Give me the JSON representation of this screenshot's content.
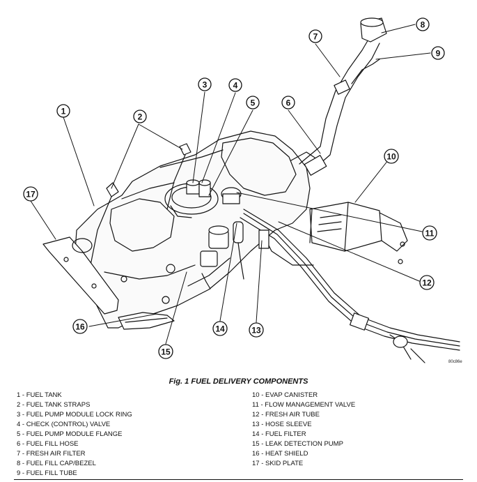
{
  "figure": {
    "code": "80c86e",
    "caption": "Fig. 1 FUEL DELIVERY COMPONENTS",
    "callouts": [
      "1",
      "2",
      "3",
      "4",
      "5",
      "6",
      "7",
      "8",
      "9",
      "10",
      "11",
      "12",
      "13",
      "14",
      "15",
      "16",
      "17"
    ]
  },
  "legend": {
    "left": [
      "1 - FUEL TANK",
      "2 - FUEL TANK STRAPS",
      "3 - FUEL PUMP MODULE LOCK RING",
      "4 - CHECK (CONTROL) VALVE",
      "5 - FUEL PUMP MODULE FLANGE",
      "6 - FUEL FILL HOSE",
      "7 - FRESH AIR FILTER",
      "8 - FUEL FILL CAP/BEZEL",
      "9 - FUEL FILL TUBE"
    ],
    "right": [
      "10 - EVAP CANISTER",
      "11 - FLOW MANAGEMENT VALVE",
      "12 - FRESH AIR TUBE",
      "13 - HOSE SLEEVE",
      "14 - FUEL FILTER",
      "15 - LEAK DETECTION PUMP",
      "16 - HEAT SHIELD",
      "17 - SKID PLATE"
    ]
  }
}
